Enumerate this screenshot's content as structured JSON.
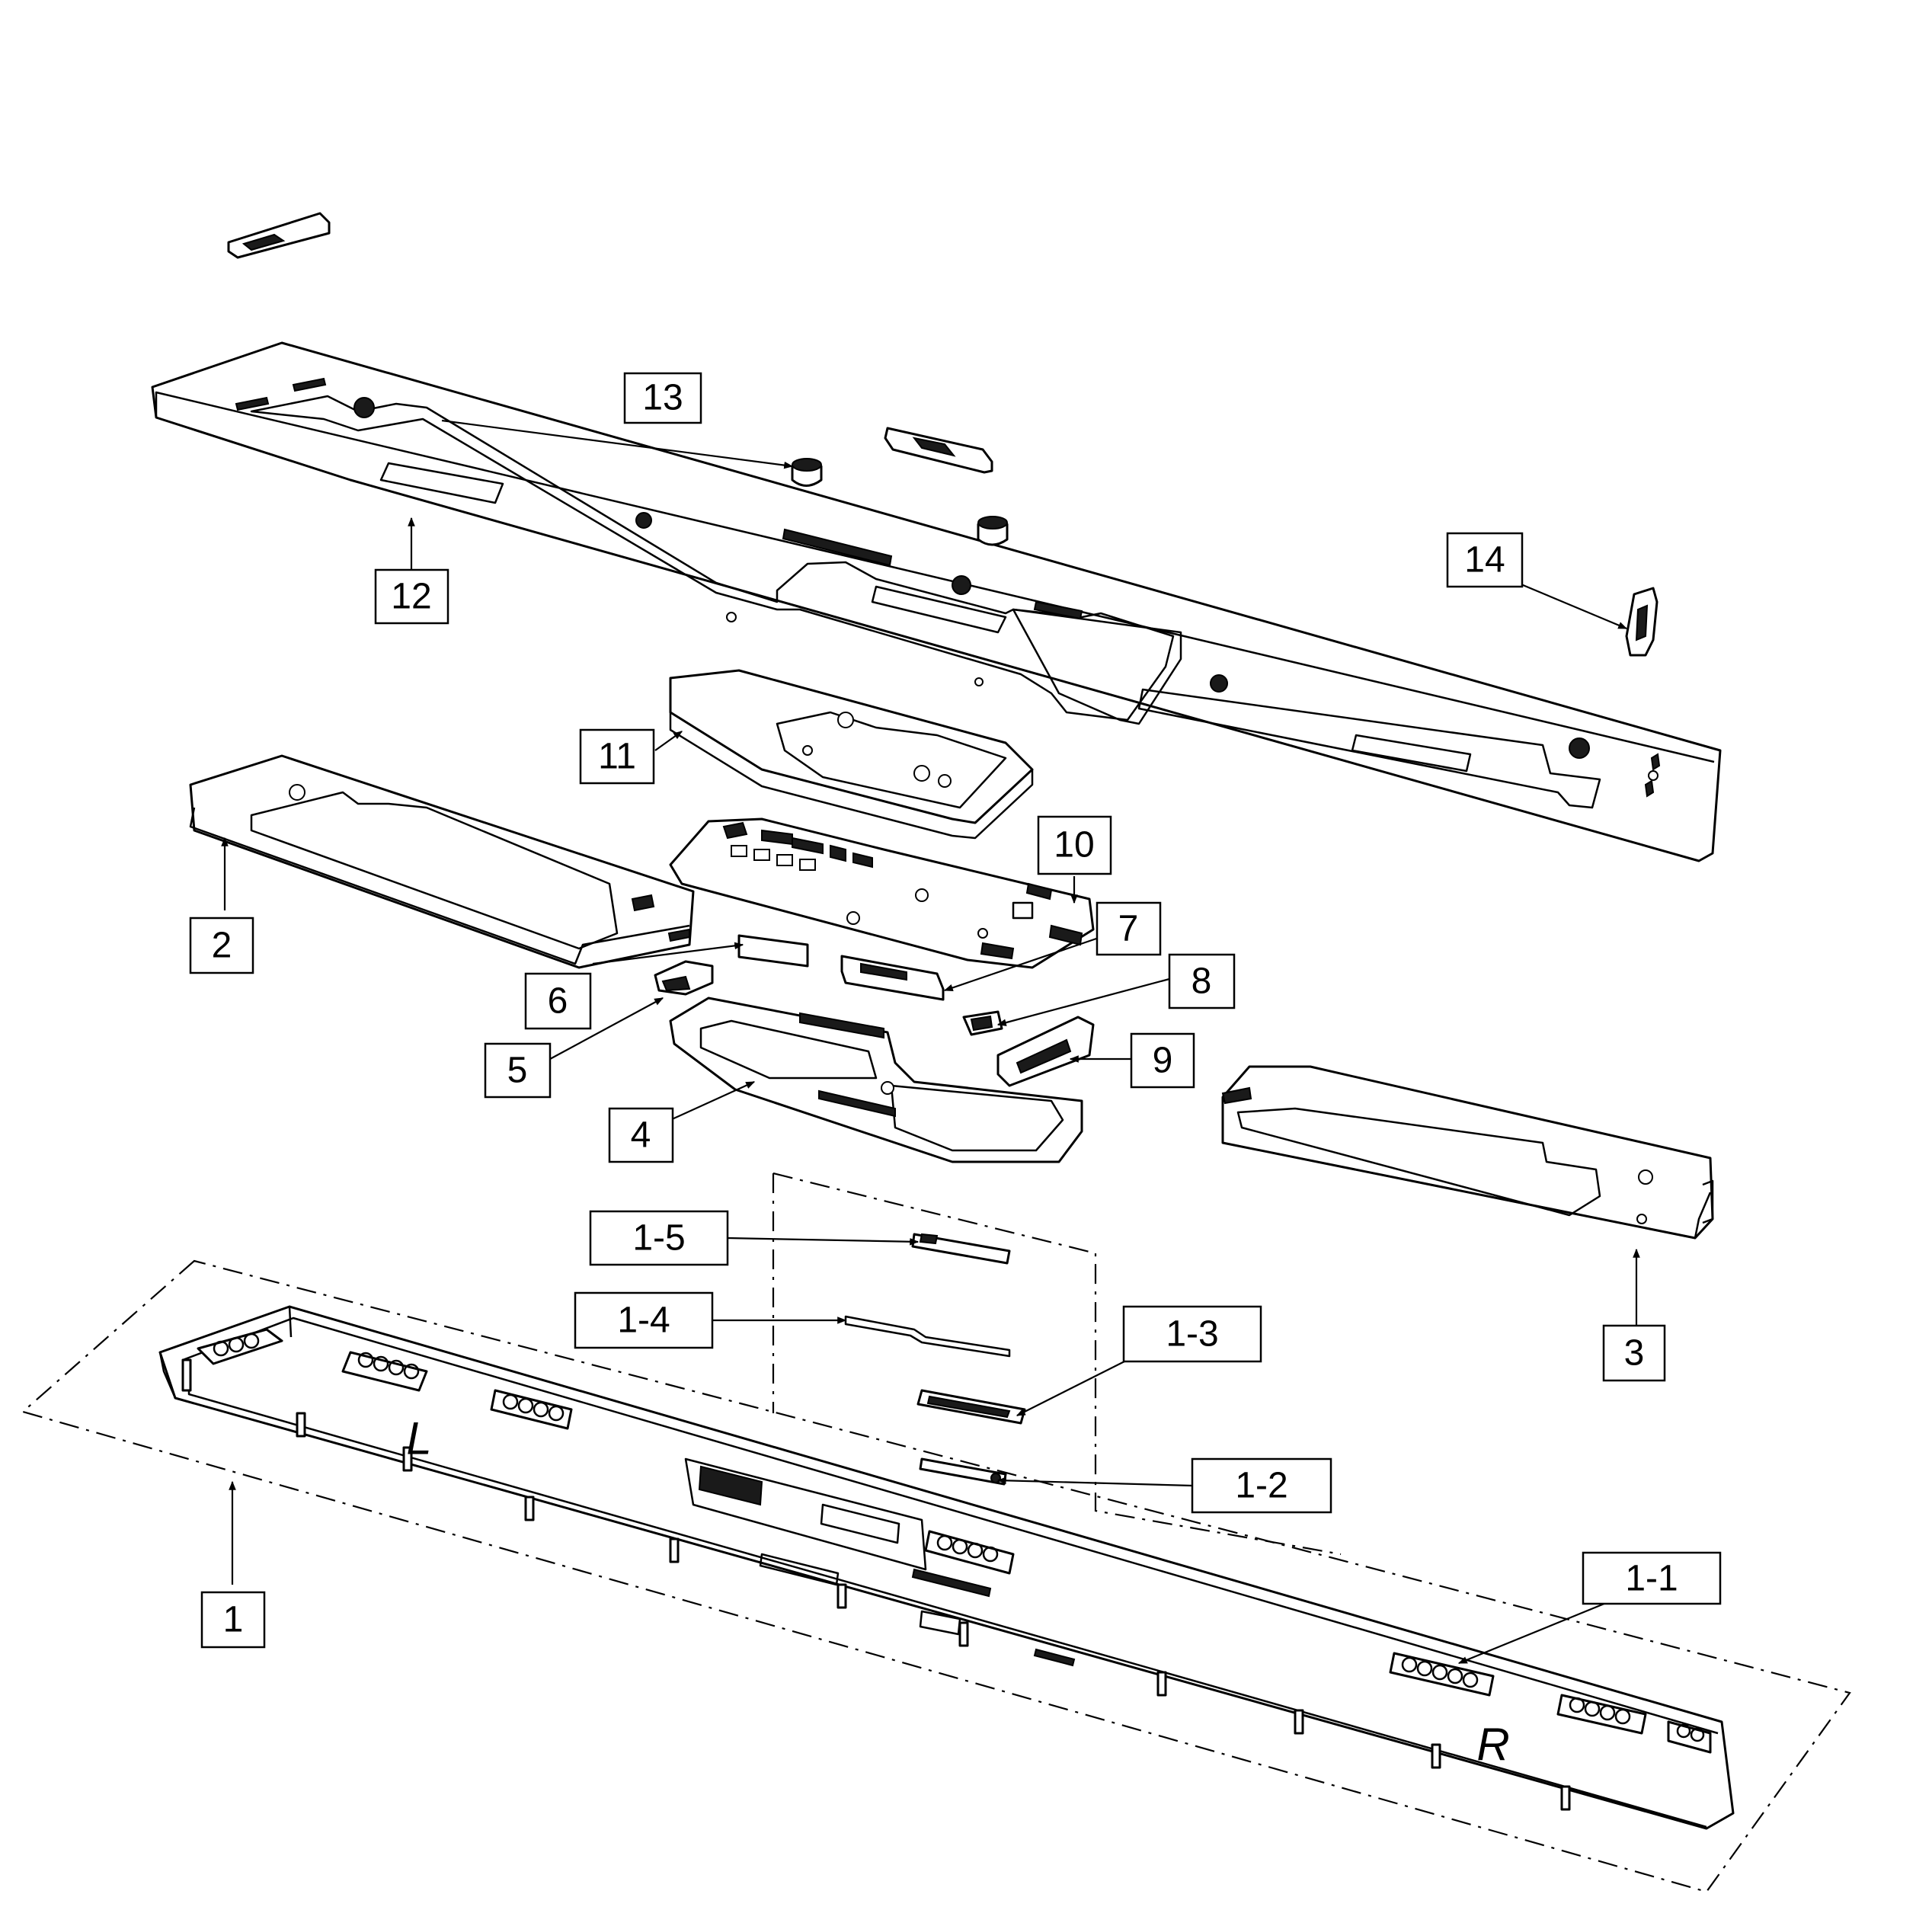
{
  "callouts": [
    {
      "label": "1"
    },
    {
      "label": "1-1"
    },
    {
      "label": "1-2"
    },
    {
      "label": "1-3"
    },
    {
      "label": "1-4"
    },
    {
      "label": "1-5"
    },
    {
      "label": "2"
    },
    {
      "label": "3"
    },
    {
      "label": "4"
    },
    {
      "label": "5"
    },
    {
      "label": "6"
    },
    {
      "label": "7"
    },
    {
      "label": "8"
    },
    {
      "label": "9"
    },
    {
      "label": "10"
    },
    {
      "label": "11"
    },
    {
      "label": "12"
    },
    {
      "label": "13"
    },
    {
      "label": "14"
    }
  ],
  "markings": {
    "left": "L",
    "right": "R"
  }
}
